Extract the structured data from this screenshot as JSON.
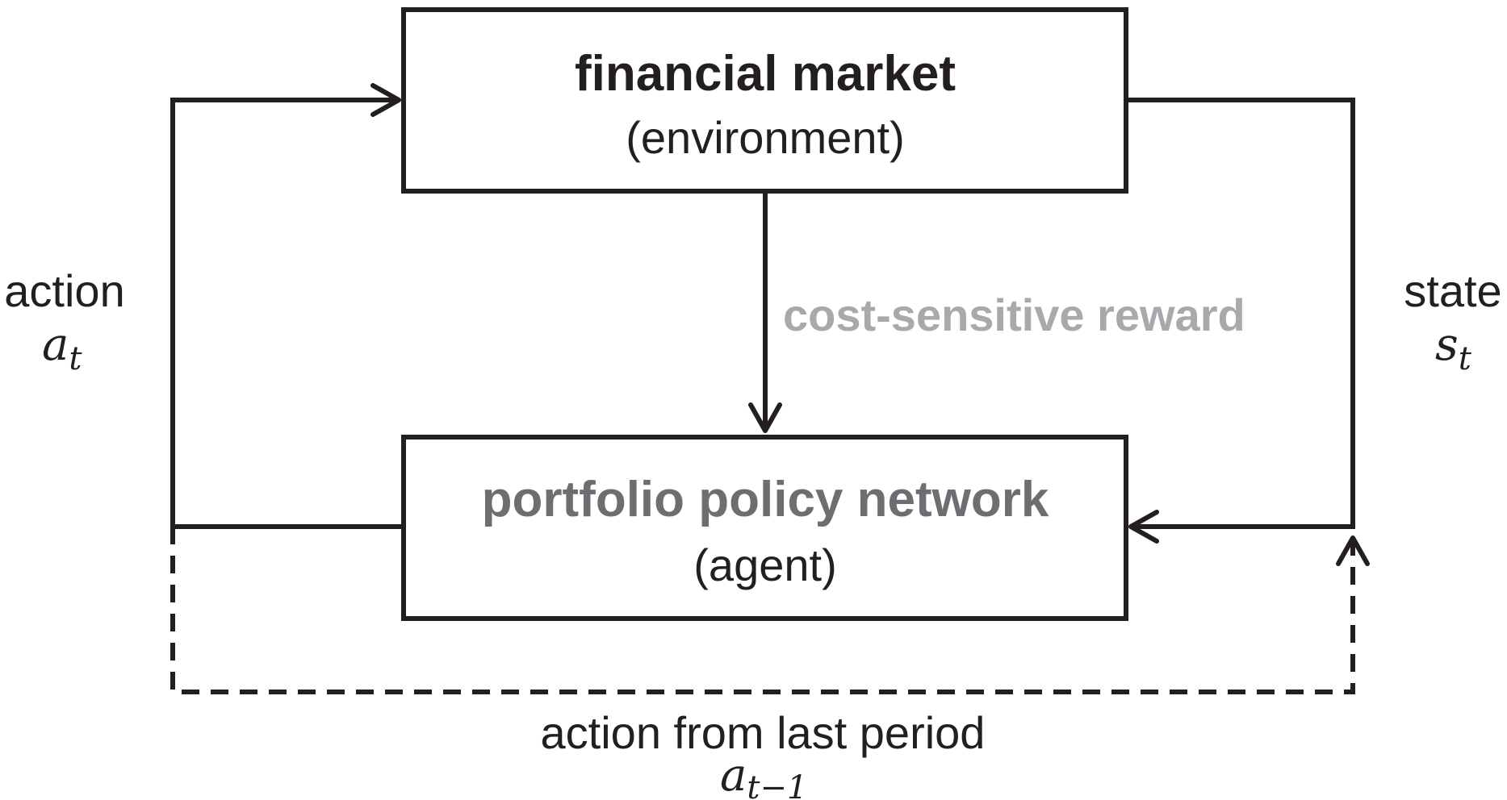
{
  "colors": {
    "line": "#231f20",
    "reward": "#a7a9ac",
    "agent_title": "#6d6e71",
    "text": "#231f20"
  },
  "environment_box": {
    "title": "financial market",
    "subtitle": "(environment)"
  },
  "agent_box": {
    "title": "portfolio policy network",
    "subtitle": "(agent)"
  },
  "reward_label": "cost-sensitive reward",
  "action_label": {
    "word": "action",
    "symbol": "a",
    "subscript": "t"
  },
  "state_label": {
    "word": "state",
    "symbol": "s",
    "subscript": "t"
  },
  "last_action_label": {
    "word": "action from last period",
    "symbol": "a",
    "subscript": "t−1"
  }
}
